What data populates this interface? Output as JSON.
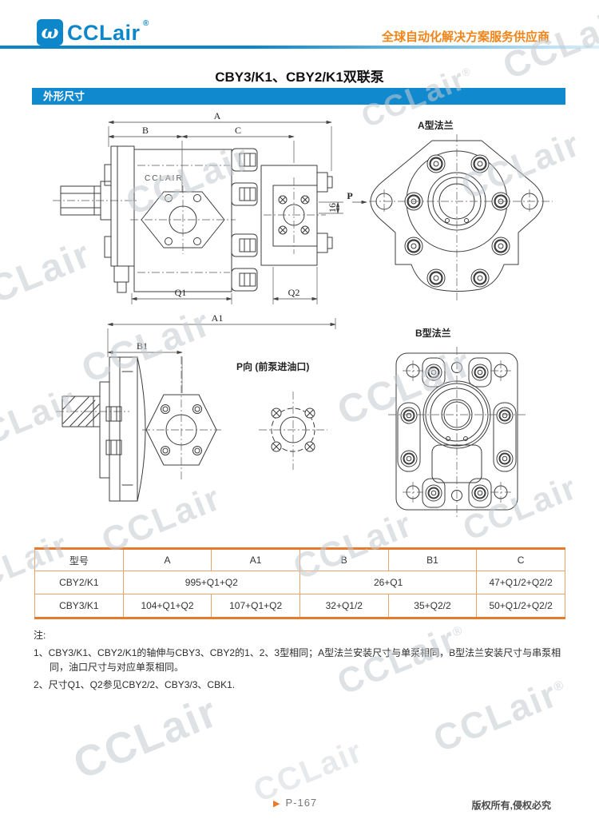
{
  "header": {
    "logo_glyph": "ω",
    "logo_text": "CCLair",
    "logo_reg": "®",
    "tagline": "全球自动化解决方案服务供应商"
  },
  "page_title": "CBY3/K1、CBY2/K1双联泵",
  "section_title": "外形尺寸",
  "drawing": {
    "labels": {
      "dim_a": "A",
      "dim_b": "B",
      "dim_c": "C",
      "dim_a1": "A1",
      "dim_b1": "B1",
      "dim_q1": "Q1",
      "dim_q2": "Q2",
      "dim_16": "16",
      "p_marker": "P",
      "body_brand": "CCLAIR",
      "flange_a_title": "A型法兰",
      "flange_b_title": "B型法兰",
      "p_view_caption": "P向 (前泵进油口)"
    }
  },
  "table": {
    "headers": [
      "型号",
      "A",
      "A1",
      "B",
      "B1",
      "C"
    ],
    "rows": [
      {
        "model": "CBY2/K1",
        "a_a1": "995+Q1+Q2",
        "b_b1": "26+Q1",
        "c": "47+Q1/2+Q2/2"
      },
      {
        "model": "CBY3/K1",
        "a": "104+Q1+Q2",
        "a1": "107+Q1+Q2",
        "b": "32+Q1/2",
        "b1": "35+Q2/2",
        "c": "50+Q1/2+Q2/2"
      }
    ]
  },
  "notes": {
    "title": "注:",
    "items": [
      "1、CBY3/K1、CBY2/K1的轴伸与CBY3、CBY2的1、2、3型相同；A型法兰安装尺寸与单泵相同，B型法兰安装尺寸与串泵相同，油口尺寸与对应单泵相同。",
      "2、尺寸Q1、Q2参见CBY2/2、CBY3/3、CBK1."
    ]
  },
  "footer": {
    "marker": "▶",
    "page_number": "P-167",
    "copyright": "版权所有,侵权必究"
  },
  "watermark_text": "CCLair",
  "watermark_reg": "®",
  "colors": {
    "brand_blue": "#0d87c9",
    "section_bar_blue": "#1189ce",
    "accent_orange": "#f08519",
    "table_line_orange": "#e87a2e",
    "drawing_line": "#3c3c3c",
    "watermark_gray": "#c5cbd1"
  }
}
